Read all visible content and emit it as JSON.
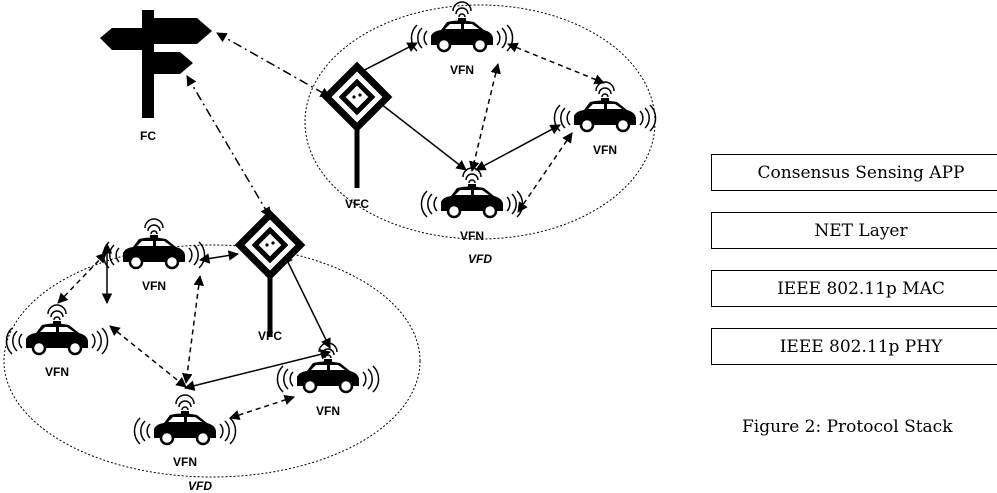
{
  "diagram": {
    "fc_label": "FC",
    "vfc_label": "VFC",
    "vfn_label": "VFN",
    "vfd_label": "VFD"
  },
  "stack": {
    "layers": [
      "Consensus Sensing APP",
      "NET Layer",
      "IEEE 802.11p MAC",
      "IEEE 802.11p PHY"
    ],
    "caption": "Figure 2: Protocol Stack"
  }
}
